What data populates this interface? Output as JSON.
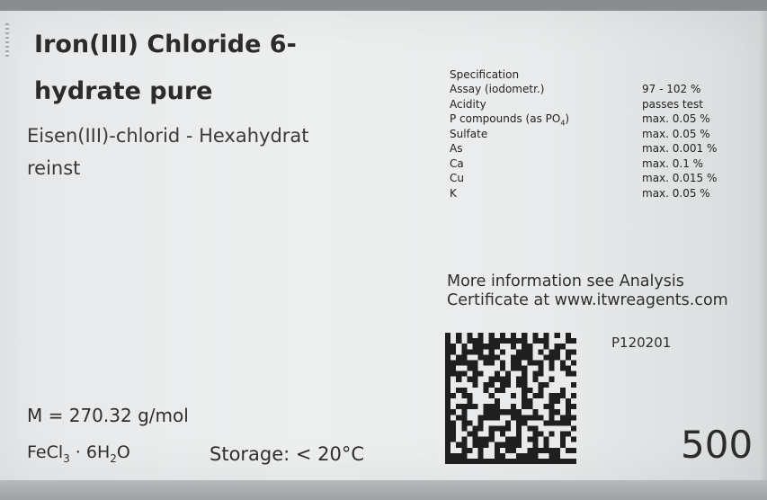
{
  "product": {
    "title_line1": "Iron(III) Chloride 6-",
    "title_line2": "hydrate pure",
    "german_line1": "Eisen(III)-chlorid - Hexahydrat",
    "german_line2": "reinst"
  },
  "specification": {
    "header": "Specification",
    "rows": [
      {
        "name": "Assay (iodometr.)",
        "value": "97 - 102 %"
      },
      {
        "name": "Acidity",
        "value": "passes test"
      },
      {
        "name_prefix": "P compounds (as PO",
        "name_sub": "4",
        "name_suffix": ")",
        "value": "max. 0.05 %"
      },
      {
        "name": "Sulfate",
        "value": "max. 0.05 %"
      },
      {
        "name": "As",
        "value": "max. 0.001 %"
      },
      {
        "name": "Ca",
        "value": "max. 0.1 %"
      },
      {
        "name": "Cu",
        "value": "max. 0.015 %"
      },
      {
        "name": "K",
        "value": "max. 0.05 %"
      }
    ]
  },
  "info": {
    "line1": "More information see Analysis",
    "line2": "Certificate at www.itwreagents.com"
  },
  "code": "P120201",
  "molar_mass": "M = 270.32 g/mol",
  "formula": {
    "fe": "FeCl",
    "cl_sub": "3",
    "dot": " · 6H",
    "h_sub": "2",
    "o": "O"
  },
  "storage": "Storage: < 20°C",
  "volume": "500"
}
